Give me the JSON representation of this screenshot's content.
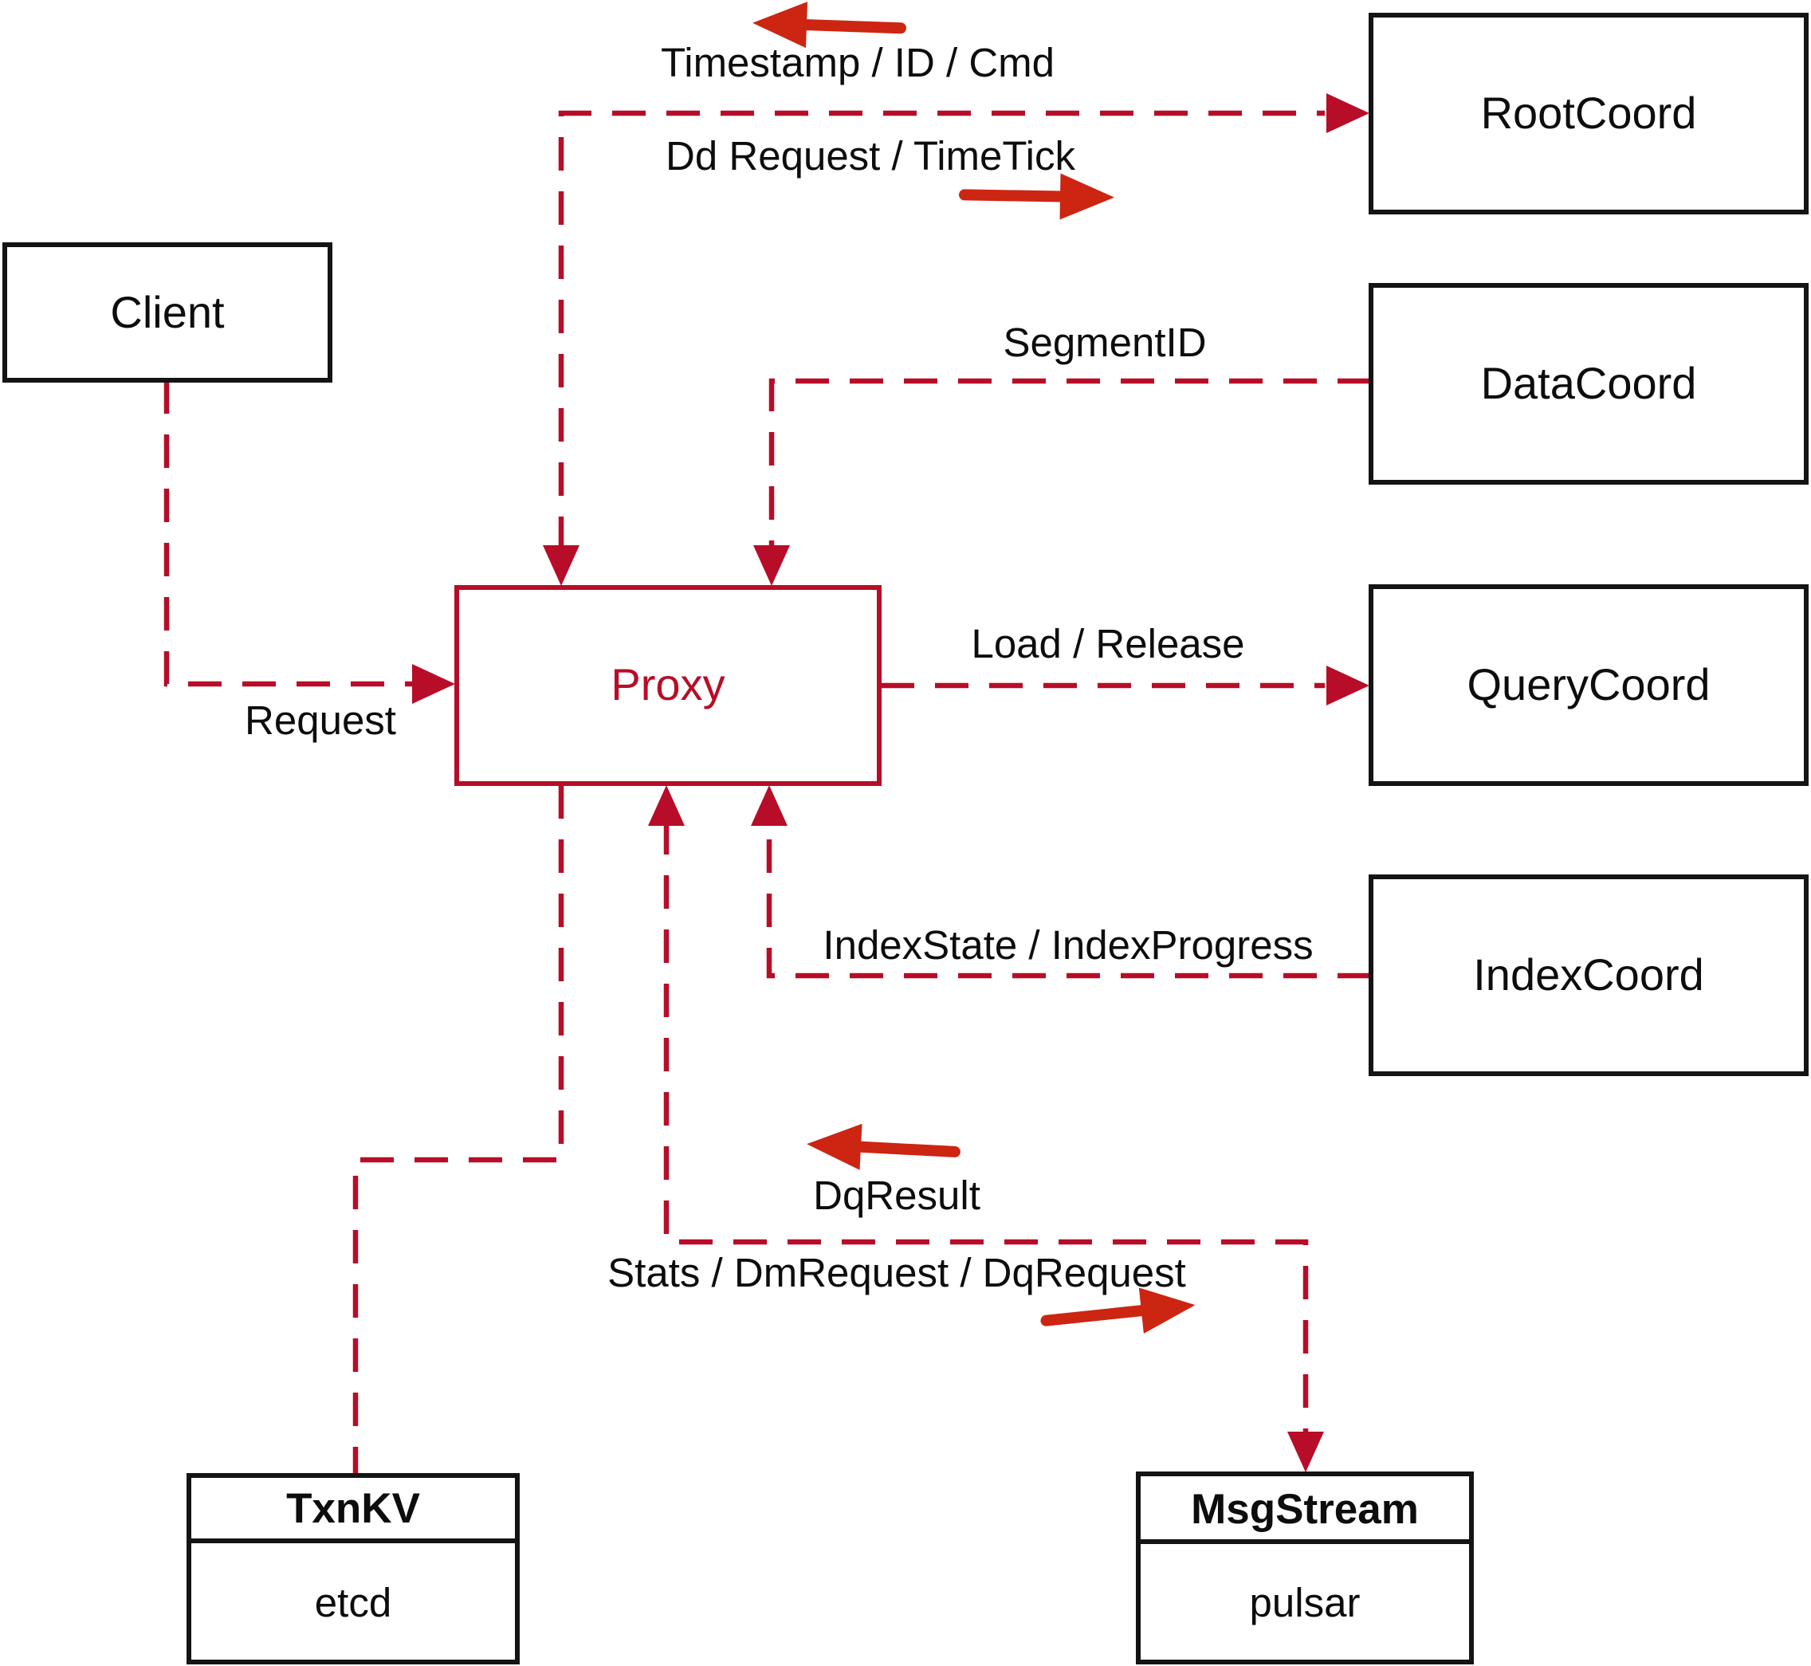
{
  "colors": {
    "dashed_line": "#b70d28",
    "proxy_accent": "#b70d28",
    "solid_arrow": "#cc2512",
    "box_border": "#141414",
    "text": "#0d0d0d",
    "background": "#ffffff"
  },
  "nodes": {
    "client": {
      "label": "Client"
    },
    "root_coord": {
      "label": "RootCoord"
    },
    "data_coord": {
      "label": "DataCoord"
    },
    "query_coord": {
      "label": "QueryCoord"
    },
    "index_coord": {
      "label": "IndexCoord"
    },
    "proxy": {
      "label": "Proxy"
    },
    "txn_kv": {
      "title": "TxnKV",
      "value": "etcd"
    },
    "msg_stream": {
      "title": "MsgStream",
      "value": "pulsar"
    }
  },
  "edges": {
    "proxy_root_coord": {
      "label_return": "Timestamp / ID / Cmd",
      "label_send": "Dd Request / TimeTick"
    },
    "data_coord_proxy": {
      "label": "SegmentID"
    },
    "proxy_query_coord": {
      "label": "Load / Release"
    },
    "index_coord_proxy": {
      "label": "IndexState / IndexProgress"
    },
    "client_proxy": {
      "label": "Request"
    },
    "proxy_msg_stream": {
      "label_return": "DqResult",
      "label_send": "Stats / DmRequest / DqRequest"
    }
  }
}
